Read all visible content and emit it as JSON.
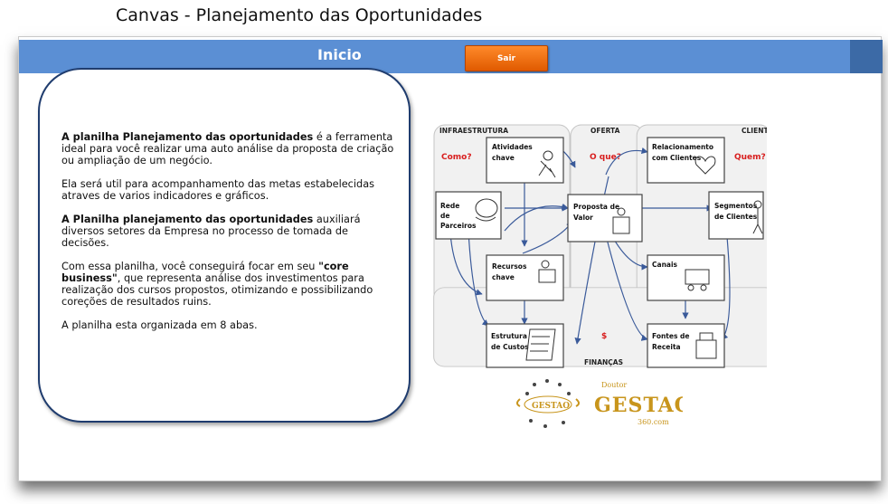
{
  "page": {
    "title": "Canvas - Planejamento das Oportunidades"
  },
  "nav": {
    "title": "Inicio",
    "exit_label": "Sair"
  },
  "description": {
    "p1_bold": "A planilha Planejamento das oportunidades",
    "p1_rest": " é a ferramenta ideal para você realizar uma auto análise da proposta de criação ou ampliação de um negócio.",
    "p2": "Ela será util para acompanhamento das metas estabelecidas atraves de varios indicadores e gráficos.",
    "p3_bold": "A Planilha planejamento das oportunidades",
    "p3_rest": " auxiliará diversos setores da Empresa no processo de tomada de decisões.",
    "p4_start": "Com essa planilha, você conseguirá focar em seu ",
    "p4_bold": "\"core business\"",
    "p4_rest": ", que representa análise dos investimentos para realização dos cursos propostos, otimizando e possibilizando coreções de resultados ruins.",
    "p5": "A planilha esta organizada em 8 abas."
  },
  "canvas": {
    "sections": {
      "infra": "INFRAESTRUTURA",
      "offer": "OFERTA",
      "clients": "CLIENTES",
      "finance": "FINANÇAS"
    },
    "questions": {
      "how": "Como?",
      "what": "O que?",
      "who": "Quem?",
      "money": "$"
    },
    "blocks": {
      "activities_1": "Atividades",
      "activities_2": "chave",
      "partners_1": "Rede",
      "partners_2": "de",
      "partners_3": "Parceiros",
      "resources_1": "Recursos",
      "resources_2": "chave",
      "value_1": "Proposta de",
      "value_2": "Valor",
      "relationship_1": "Relacionamento",
      "relationship_2": "com Clientes",
      "segments_1": "Segmentos",
      "segments_2": "de Clientes",
      "channels": "Canais",
      "costs_1": "Estrutura",
      "costs_2": "de Custos",
      "revenue_1": "Fontes de",
      "revenue_2": "Receita"
    },
    "colors": {
      "question": "#d81e1e",
      "block_border": "#444444",
      "section_fill": "#f1f1f1"
    }
  },
  "logo": {
    "word": "GESTAO",
    "prefix": "Doutor",
    "suffix": "360.com",
    "colors": {
      "gold": "#c8951c"
    }
  }
}
